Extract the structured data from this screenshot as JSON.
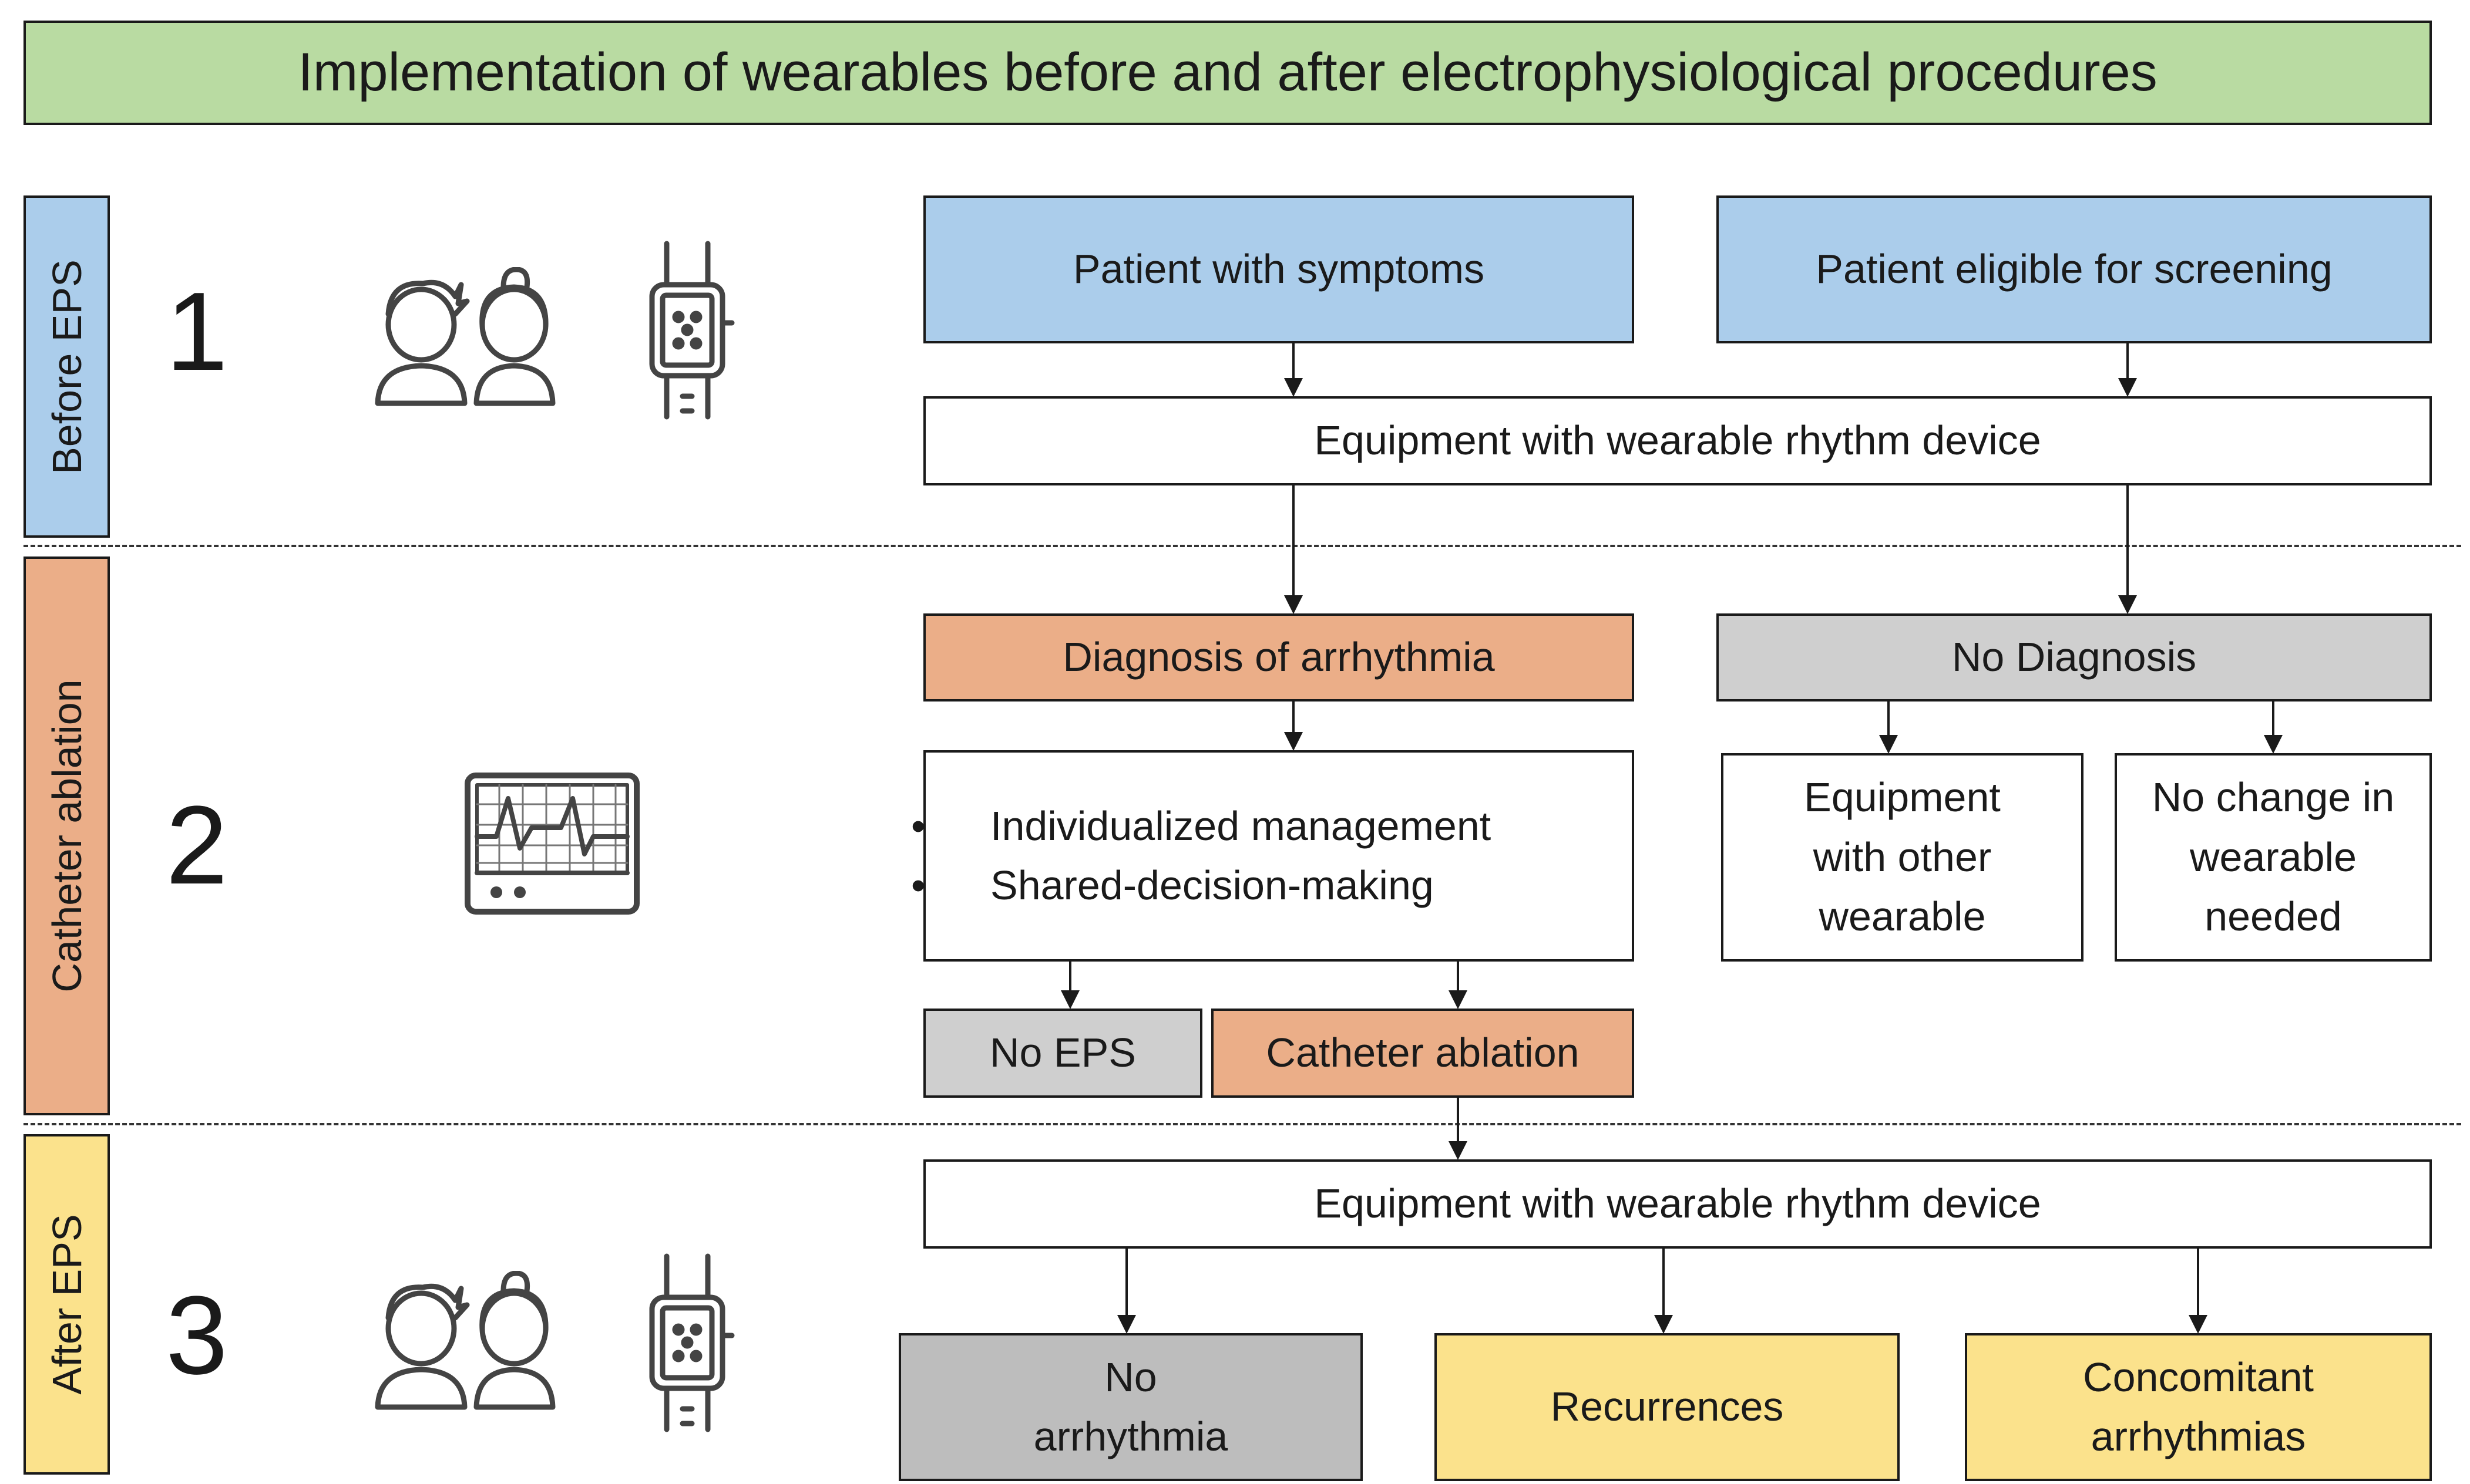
{
  "title": "Implementation of wearables before and after electrophysiological procedures",
  "phases": [
    {
      "label": "Before EPS",
      "number": "1"
    },
    {
      "label": "Catheter ablation",
      "number": "2"
    },
    {
      "label": "After EPS",
      "number": "3"
    }
  ],
  "icons": {
    "people": "two-people-icon",
    "watch": "smartwatch-icon",
    "monitor": "ecg-monitor-icon"
  },
  "nodes": {
    "symptoms": "Patient with symptoms",
    "screening": "Patient eligible for screening",
    "equipment_before": "Equipment with wearable rhythm device",
    "diagnosis": "Diagnosis of arrhythmia",
    "no_diagnosis": "No Diagnosis",
    "management_items": [
      "Individualized management",
      "Shared-decision-making"
    ],
    "other_wearable": "Equipment\nwith other\nwearable",
    "no_change": "No change in\nwearable\nneeded",
    "no_eps": "No EPS",
    "catheter_ablation": "Catheter ablation",
    "equipment_after": "Equipment with wearable rhythm device",
    "no_arrhythmia": "No\narrhythmia",
    "recurrences": "Recurrences",
    "concomitant": "Concomitant\narrhythmias"
  },
  "colors": {
    "title_bg": "#b9dba2",
    "before_eps": "#abcdeb",
    "catheter": "#ebae88",
    "after_eps": "#fbe28c",
    "neutral": "#cfcfcf",
    "no_arrhythmia": "#bdbdbd"
  }
}
